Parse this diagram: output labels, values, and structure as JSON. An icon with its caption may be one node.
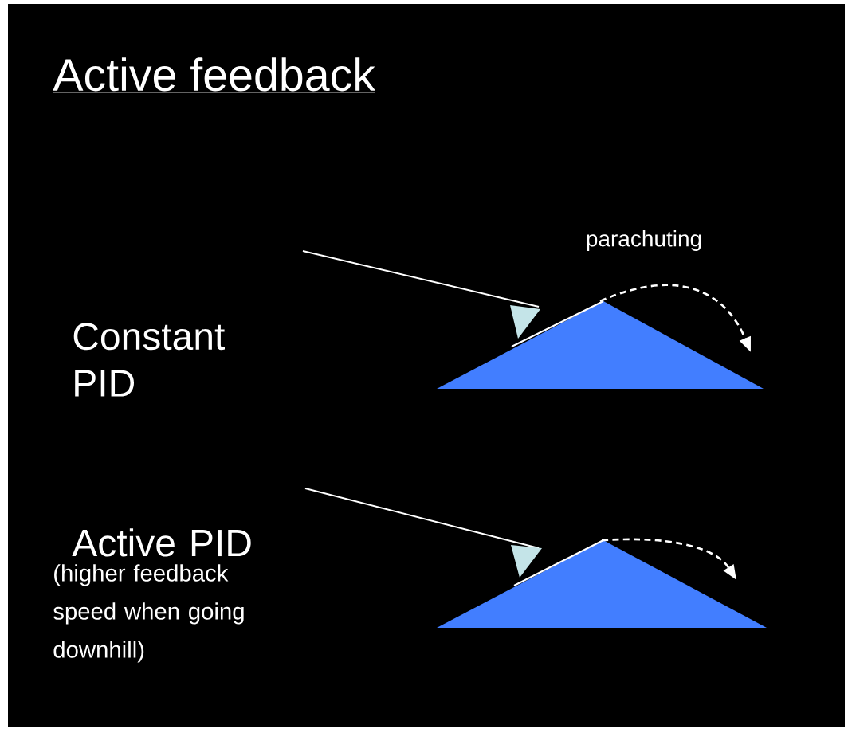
{
  "diagram": {
    "title": "Active feedback",
    "nodes": [
      {
        "text": [],
        "shape": "triangle"
      },
      {
        "text": [],
        "shape": "triangle"
      }
    ],
    "edges": [
      {
        "from": 0,
        "to": null,
        "arrow": "to",
        "style": "dashed",
        "label": "parachuting"
      },
      {
        "from": 1,
        "to": null,
        "arrow": "to",
        "style": "dashed"
      }
    ],
    "labels": [
      "Constant PID",
      "Active PID",
      "(higher feedback speed when going downhill)"
    ]
  }
}
